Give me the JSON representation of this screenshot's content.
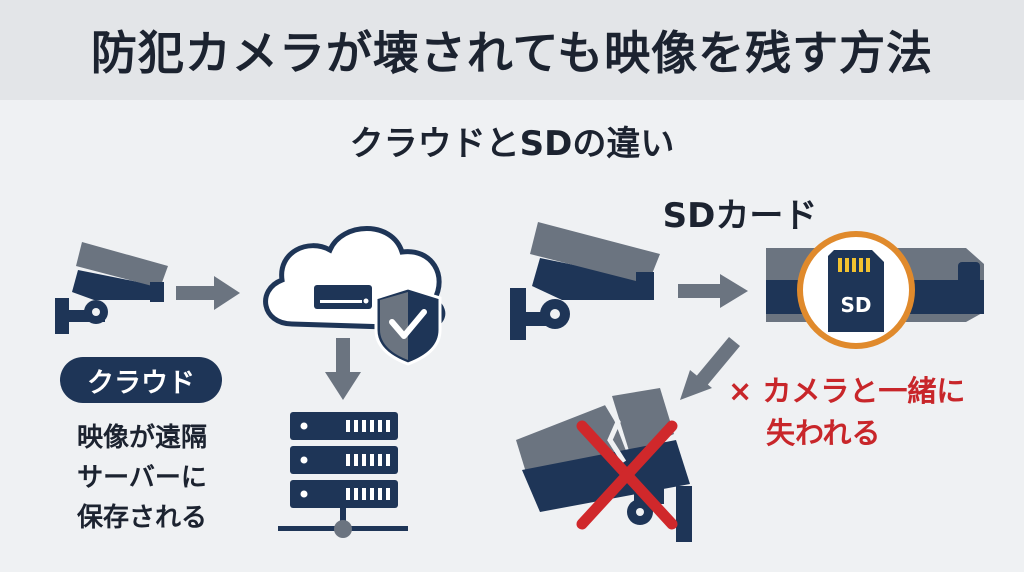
{
  "header": {
    "title": "防犯カメラが壊されても映像を残す方法",
    "subtitle": "クラウドとSDの違い"
  },
  "cloud": {
    "badge": "クラウド",
    "description_lines": [
      "映像が遠隔",
      "サーバーに",
      "保存される"
    ]
  },
  "sd": {
    "heading": "SDカード",
    "card_label": "SD",
    "warning_mark": "×",
    "warning_line1": "カメラと一緒に",
    "warning_line2": "失われる"
  },
  "colors": {
    "navy": "#1e3557",
    "gray": "#6b7480",
    "orange": "#e08a2c",
    "red": "#d0282b",
    "background": "#eff1f3"
  }
}
